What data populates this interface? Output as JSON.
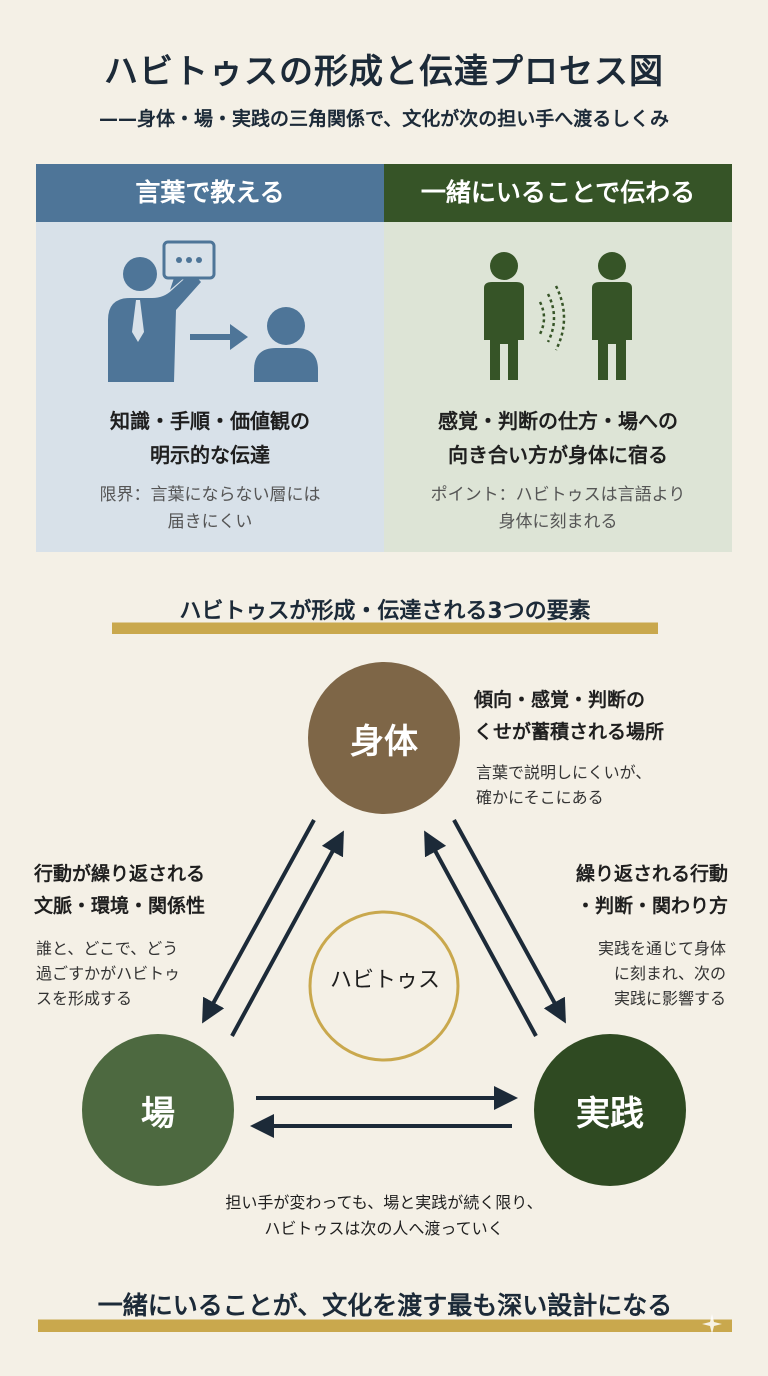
{
  "header": {
    "title": "ハビトゥスの形成と伝達プロセス図",
    "subtitle": "——身体・場・実践の三角関係で、文化が次の担い手へ渡るしくみ"
  },
  "panels": {
    "verbal": {
      "heading": "言葉で教える",
      "main_line1": "知識・手順・価値観の",
      "main_line2": "明示的な伝達",
      "note_line1": "限界：言葉にならない層には",
      "note_line2": "届きにくい",
      "icons": [
        "speaker-icon",
        "speech-bubble-icon",
        "arrow-right-icon",
        "listener-icon"
      ]
    },
    "presence": {
      "heading": "一緒にいることで伝わる",
      "main_line1": "感覚・判断の仕方・場への",
      "main_line2": "向き合い方が身体に宿る",
      "note_line1": "ポイント：ハビトゥスは言語より",
      "note_line2": "身体に刻まれる",
      "icons": [
        "person-icon",
        "resonance-waves-icon",
        "person-icon"
      ]
    }
  },
  "section_heading": "ハビトゥスが形成・伝達される3つの要素",
  "diagram": {
    "core": "ハビトゥス",
    "nodes": {
      "body": {
        "label": "身体",
        "main_line1": "傾向・感覚・判断の",
        "main_line2": "くせが蓄積される場所",
        "sub_line1": "言葉で説明しにくいが、",
        "sub_line2": "確かにそこにある"
      },
      "field": {
        "label": "場",
        "main_line1": "行動が繰り返される",
        "main_line2": "文脈・環境・関係性",
        "sub_line1": "誰と、どこで、どう",
        "sub_line2": "過ごすかがハビトゥ",
        "sub_line3": "スを形成する"
      },
      "practice": {
        "label": "実践",
        "main_line1": "繰り返される行動",
        "main_line2": "・判断・関わり方",
        "sub_line1": "実践を通じて身体",
        "sub_line2": "に刻まれ、次の",
        "sub_line3": "実践に影響する"
      }
    },
    "footnote_line1": "担い手が変わっても、場と実践が続く限り、",
    "footnote_line2": "ハビトゥスは次の人へ渡っていく"
  },
  "conclusion": "一緒にいることが、文化を渡す最も深い設計になる",
  "colors": {
    "background": "#f4f0e6",
    "verbal_head": "#4e7598",
    "verbal_panel": "#d8e1e9",
    "presence_head": "#365427",
    "presence_panel": "#dde4d6",
    "body_node": "#7e6647",
    "field_node": "#4d6940",
    "practice_node": "#2f4a22",
    "core_ring": "#c9a84d",
    "arrows": "#1c2a38",
    "highlight": "#c9a84d"
  }
}
